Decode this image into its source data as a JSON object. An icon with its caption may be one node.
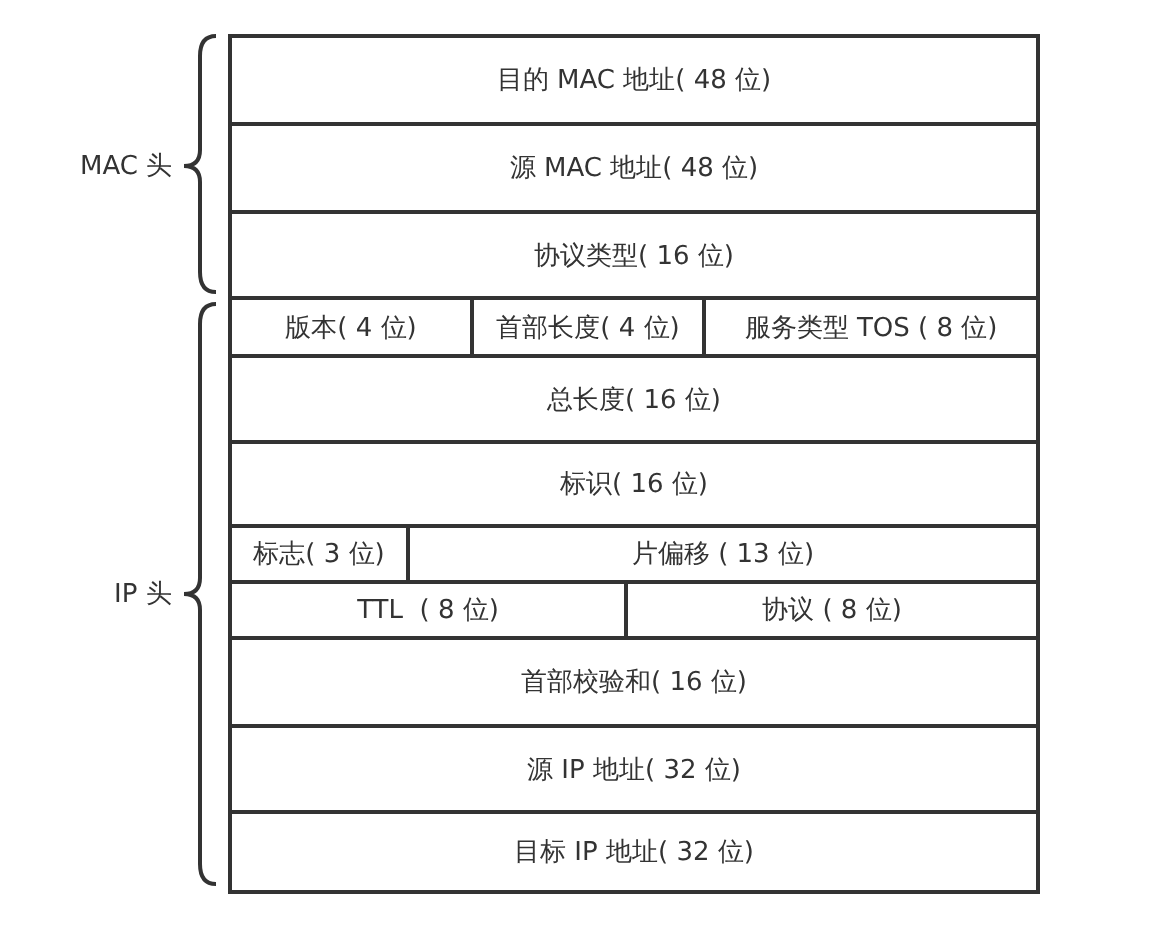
{
  "diagram": {
    "nodes": [
      {
        "text": [
          "目的 MAC 地址( 48 位)"
        ]
      },
      {
        "text": [
          "源 MAC 地址( 48 位)"
        ]
      },
      {
        "text": [
          "协议类型( 16 位)"
        ]
      },
      {
        "text": [
          "版本( 4 位)"
        ]
      },
      {
        "text": [
          "首部长度( 4 位)"
        ]
      },
      {
        "text": [
          "服务类型 TOS ( 8 位)"
        ]
      },
      {
        "text": [
          "总长度( 16 位)"
        ]
      },
      {
        "text": [
          "标识( 16 位)"
        ]
      },
      {
        "text": [
          "标志( 3 位)"
        ]
      },
      {
        "text": [
          "片偏移 ( 13 位)"
        ]
      },
      {
        "text": [
          "TTL  ( 8 位)"
        ]
      },
      {
        "text": [
          "协议 ( 8 位)"
        ]
      },
      {
        "text": [
          "首部校验和( 16 位)"
        ]
      },
      {
        "text": [
          "源 IP 地址( 32 位)"
        ]
      },
      {
        "text": [
          "目标 IP 地址( 32 位)"
        ]
      }
    ],
    "edges": [],
    "labels": [
      "MAC 头",
      "IP 头"
    ]
  }
}
